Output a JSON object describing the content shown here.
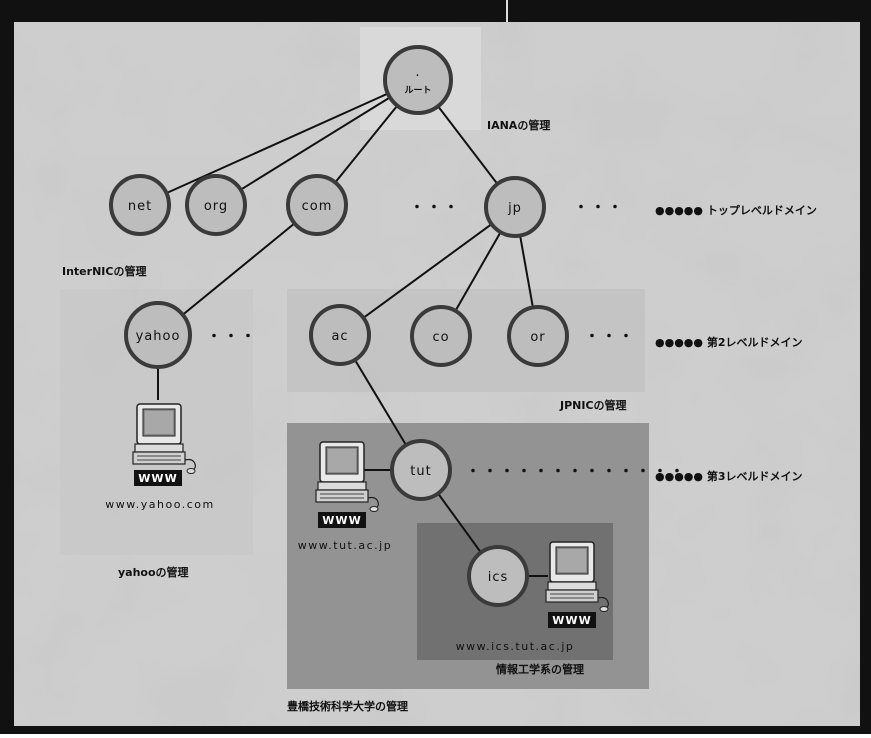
{
  "root": {
    "dot": ".",
    "label": "ルート"
  },
  "nodes": {
    "net": "net",
    "org": "org",
    "com": "com",
    "jp": "jp",
    "yahoo": "yahoo",
    "ac": "ac",
    "co": "co",
    "or": "or",
    "tut": "tut",
    "ics": "ics"
  },
  "ellipsis": {
    "top": "・・・",
    "top_right": "・・・",
    "yahoo": "・・・",
    "second": "・・・",
    "third": "・・・・・・・・・・・・・"
  },
  "admin_labels": {
    "iana": "IANAの管理",
    "internic": "InterNICの管理",
    "jpnic": "JPNICの管理",
    "yahoo": "yahooの管理",
    "tut": "豊橋技術科学大学の管理",
    "ics": "情報工学系の管理"
  },
  "tiers": {
    "top": "●●●●●  トップレベルドメイン",
    "second": "●●●●●  第2レベルドメイン",
    "third": "●●●●●  第3レベルドメイン"
  },
  "servers": {
    "www_label": "WWW",
    "yahoo_url": "www.yahoo.com",
    "tut_url": "www.tut.ac.jp",
    "ics_url": "www.ics.tut.ac.jp"
  },
  "colors": {
    "node_fill": "#bdbdbd",
    "node_stroke": "#3a3a3a",
    "panel_light": "#d2d2d2",
    "panel_mid": "#8c8c8c",
    "panel_dark": "#6e6e6e",
    "frame": "#111111"
  }
}
